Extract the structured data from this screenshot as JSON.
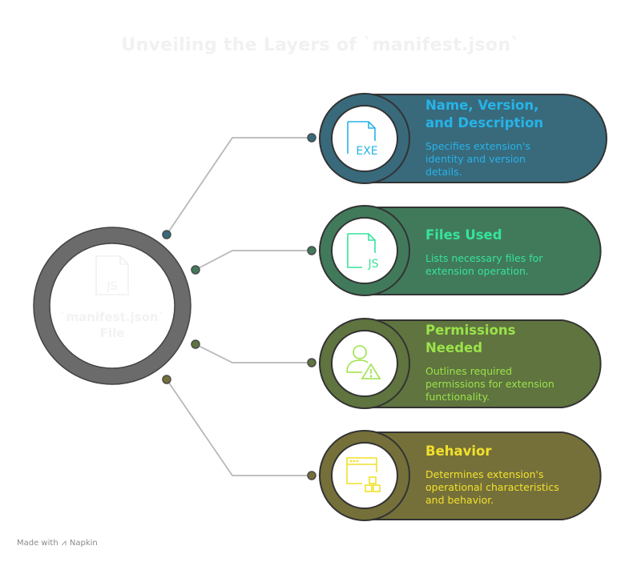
{
  "title": "Unveiling the Layers of `manifest.json`",
  "center": {
    "label_line1": "`manifest.json`",
    "label_line2": "File",
    "icon": "js-file-icon"
  },
  "items": [
    {
      "title_line1": "Name, Version,",
      "title_line2": "and Description",
      "desc_lines": [
        "Specifies extension's",
        "identity and version",
        "details."
      ],
      "icon": "exe-file-icon",
      "color": "#386a7c",
      "accent": "#27b3e8"
    },
    {
      "title_line1": "Files Used",
      "title_line2": "",
      "desc_lines": [
        "Lists necessary files for",
        "extension operation."
      ],
      "icon": "js-file-icon",
      "color": "#417a5b",
      "accent": "#36e39b"
    },
    {
      "title_line1": "Permissions",
      "title_line2": "Needed",
      "desc_lines": [
        "Outlines required",
        "permissions for extension",
        "functionality."
      ],
      "icon": "user-warning-icon",
      "color": "#5f743f",
      "accent": "#9be34a"
    },
    {
      "title_line1": "Behavior",
      "title_line2": "",
      "desc_lines": [
        "Determines extension's",
        "operational characteristics",
        "and behavior."
      ],
      "icon": "window-blocks-icon",
      "color": "#75703a",
      "accent": "#f2e12c"
    }
  ],
  "footer": {
    "made_with": "Made with",
    "brand": "Napkin",
    "icon": "napkin-logo-icon"
  }
}
